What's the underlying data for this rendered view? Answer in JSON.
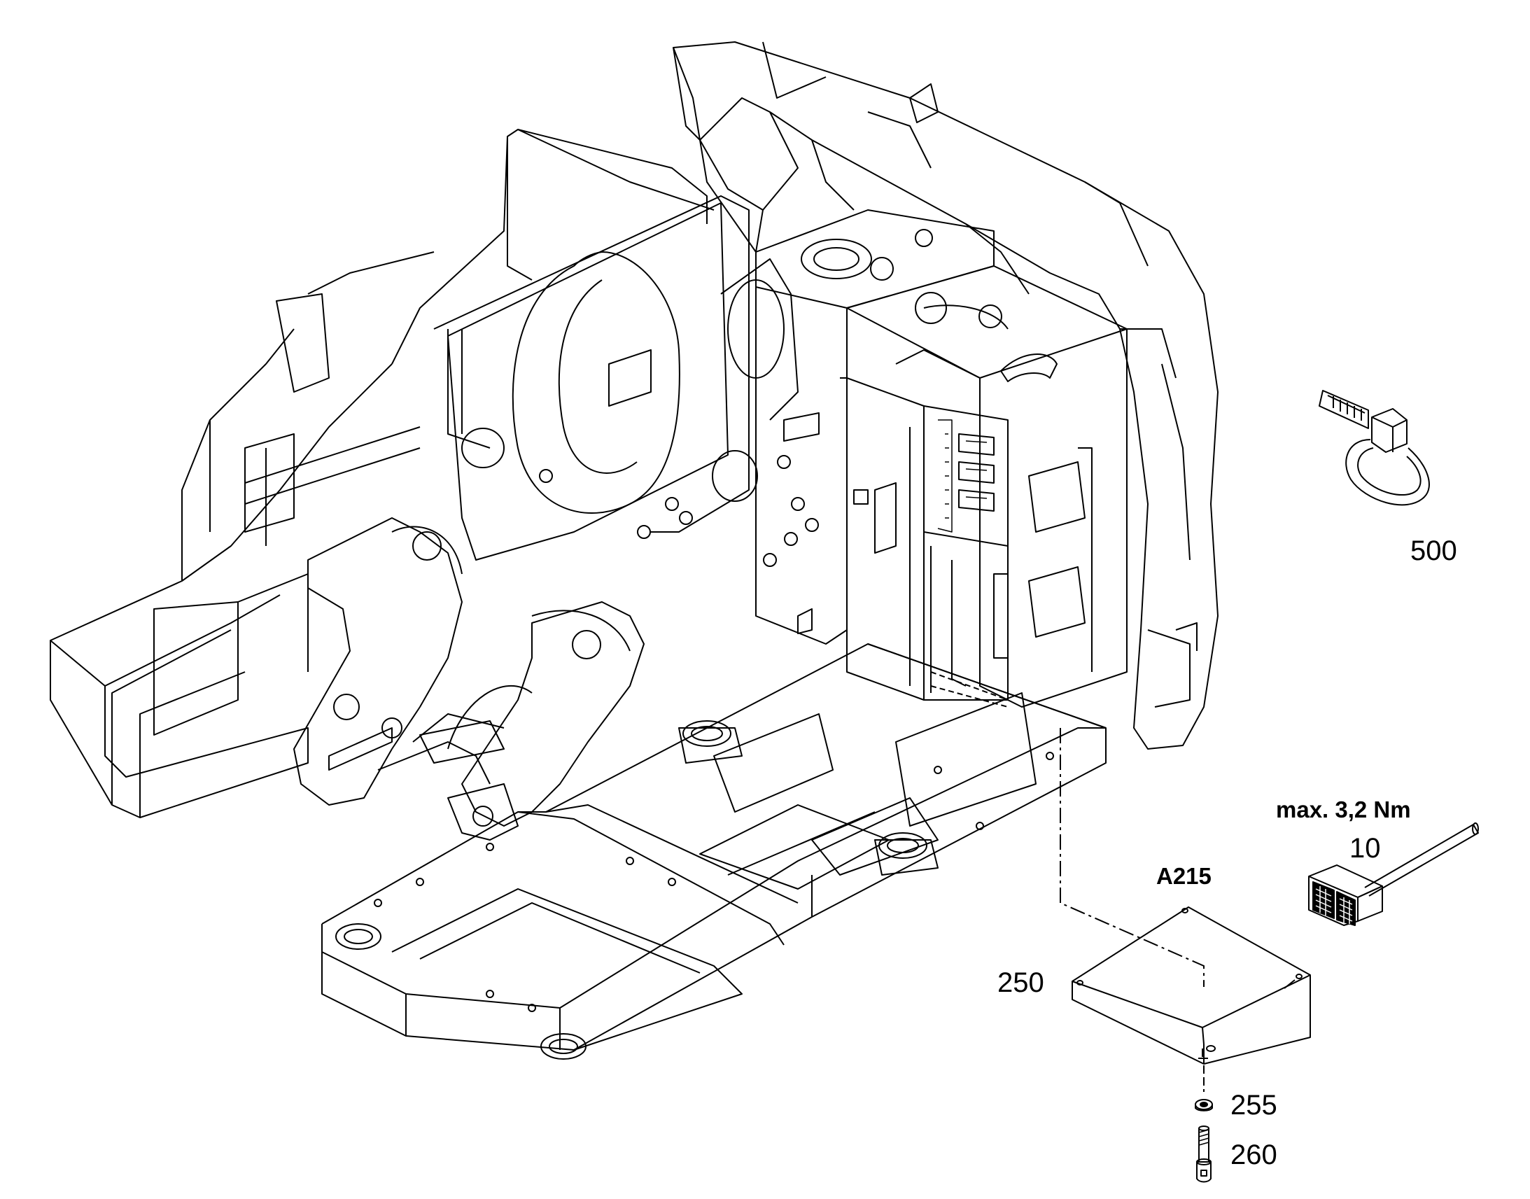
{
  "diagram": {
    "line_color": "#000000",
    "background": "#ffffff",
    "labels": {
      "part_500": "500",
      "torque_note": "max. 3,2 Nm",
      "part_10": "10",
      "assembly_a215": "A215",
      "part_250": "250",
      "part_255": "255",
      "part_260": "260"
    },
    "components": [
      "frame-icon",
      "control-box-icon",
      "cable-tie-icon",
      "connector-icon",
      "ecu-box-icon",
      "washer-icon",
      "bolt-icon"
    ]
  }
}
